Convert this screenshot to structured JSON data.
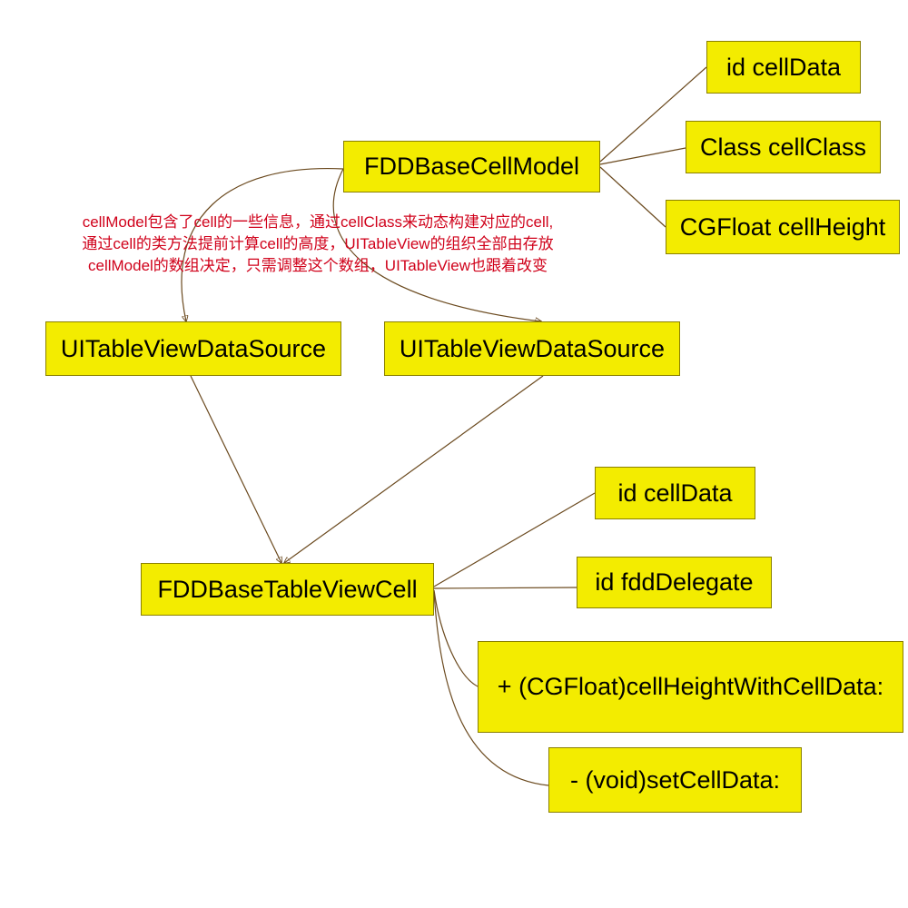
{
  "nodes": {
    "model": "FDDBaseCellModel",
    "model_cell_data": "id cellData",
    "model_cell_class": "Class cellClass",
    "model_cell_height": "CGFloat cellHeight",
    "data_source_1": "UITableViewDataSource",
    "data_source_2": "UITableViewDataSource",
    "cell": "FDDBaseTableViewCell",
    "cell_cell_data": "id cellData",
    "cell_delegate": "id fddDelegate",
    "cell_height_method": "+ (CGFloat)cellHeightWithCellData:",
    "cell_set_data_method": "- (void)setCellData:"
  },
  "annotation": {
    "lines": [
      "cellModel包含了cell的一些信息，通过cellClass来动态构建对应的cell,",
      "通过cell的类方法提前计算cell的高度，UITableView的组织全部由存放",
      "cellModel的数组决定，只需调整这个数组，UITableView也跟着改变"
    ]
  },
  "colors": {
    "node_fill": "#f3ec00",
    "annotation_text": "#d0021b",
    "edge": "#6b4a1f"
  }
}
